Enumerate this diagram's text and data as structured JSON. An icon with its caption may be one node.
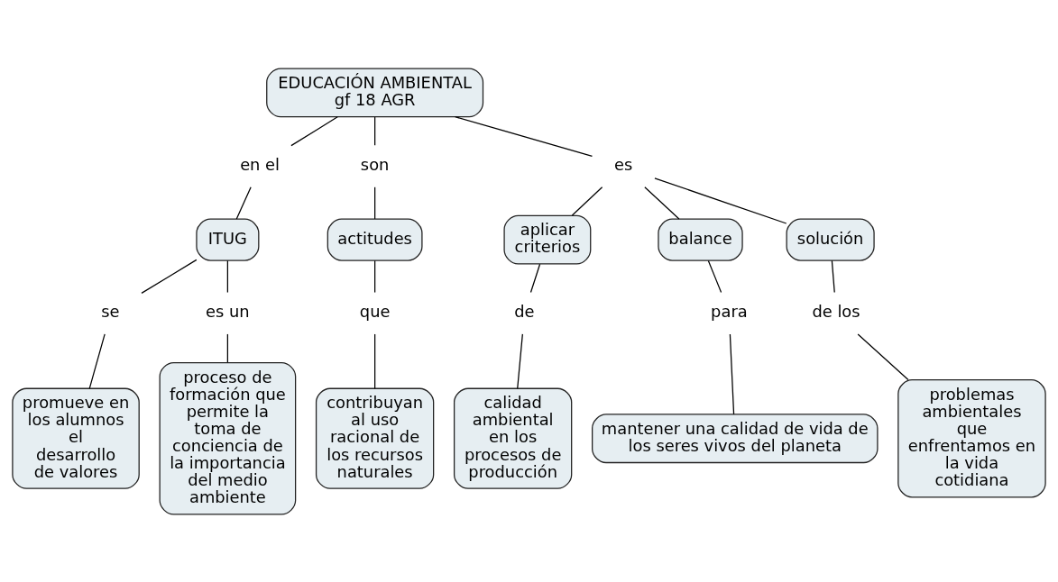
{
  "diagram": {
    "nodes": [
      {
        "text": [
          "EDUCACIÓN AMBIENTAL gf 18 AGR"
        ]
      },
      {
        "text": [
          "en el"
        ]
      },
      {
        "text": [
          "son"
        ]
      },
      {
        "text": [
          "es"
        ]
      },
      {
        "text": [
          "ITUG"
        ]
      },
      {
        "text": [
          "actitudes"
        ]
      },
      {
        "text": [
          "aplicar criterios"
        ]
      },
      {
        "text": [
          "balance"
        ]
      },
      {
        "text": [
          "solución"
        ]
      },
      {
        "text": [
          "se"
        ]
      },
      {
        "text": [
          "es un"
        ]
      },
      {
        "text": [
          "que"
        ]
      },
      {
        "text": [
          "de"
        ]
      },
      {
        "text": [
          "para"
        ]
      },
      {
        "text": [
          "de los"
        ]
      },
      {
        "text": [
          "promueve en los alumnos el desarrollo de valores"
        ]
      },
      {
        "text": [
          "proceso de formación que permite la toma de conciencia de la importancia del medio ambiente"
        ]
      },
      {
        "text": [
          "contribuyan al uso racional de los recursos naturales"
        ]
      },
      {
        "text": [
          "calidad ambiental en los procesos de producción"
        ]
      },
      {
        "text": [
          "mantener una calidad de vida de los seres vivos del planeta"
        ]
      },
      {
        "text": [
          "problemas ambientales que enfrentamos en la vida cotidiana"
        ]
      }
    ],
    "edges": [
      {
        "from": 0,
        "to": 1,
        "arrow": "none"
      },
      {
        "from": 1,
        "to": 4,
        "arrow": "none"
      },
      {
        "from": 0,
        "to": 2,
        "arrow": "none"
      },
      {
        "from": 2,
        "to": 5,
        "arrow": "none"
      },
      {
        "from": 0,
        "to": 3,
        "arrow": "none"
      },
      {
        "from": 3,
        "to": 6,
        "arrow": "none"
      },
      {
        "from": 3,
        "to": 7,
        "arrow": "none"
      },
      {
        "from": 3,
        "to": 8,
        "arrow": "none"
      },
      {
        "from": 4,
        "to": 9,
        "arrow": "none"
      },
      {
        "from": 9,
        "to": 15,
        "arrow": "none"
      },
      {
        "from": 4,
        "to": 10,
        "arrow": "none"
      },
      {
        "from": 10,
        "to": 16,
        "arrow": "none"
      },
      {
        "from": 5,
        "to": 11,
        "arrow": "none"
      },
      {
        "from": 11,
        "to": 17,
        "arrow": "none"
      },
      {
        "from": 6,
        "to": 12,
        "arrow": "none"
      },
      {
        "from": 12,
        "to": 18,
        "arrow": "none"
      },
      {
        "from": 7,
        "to": 13,
        "arrow": "none"
      },
      {
        "from": 13,
        "to": 19,
        "arrow": "none"
      },
      {
        "from": 8,
        "to": 14,
        "arrow": "none"
      },
      {
        "from": 14,
        "to": 20,
        "arrow": "none"
      }
    ]
  }
}
